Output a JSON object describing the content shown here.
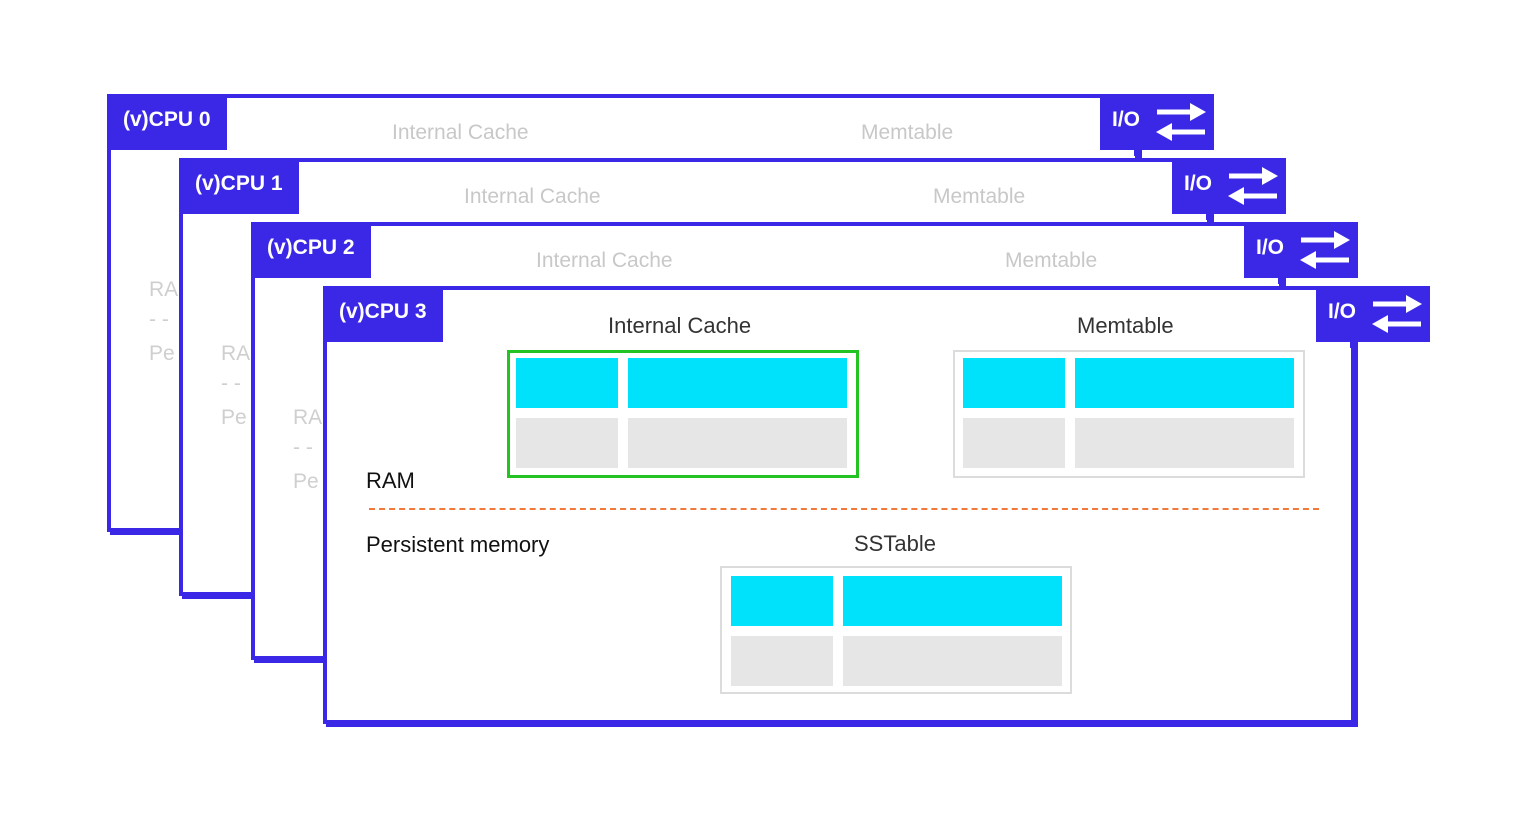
{
  "colors": {
    "accent": "#3a28e6",
    "cache_highlight": "#22c322",
    "header_cell": "#00e2fb",
    "body_cell": "#e6e6e6",
    "divider": "#f07a3a"
  },
  "io_icon": "swap-arrows-icon",
  "background_cpus": [
    {
      "label": "(v)CPU 0",
      "io_label": "I/O",
      "internal_cache": "Internal Cache",
      "memtable": "Memtable",
      "ram_partial": "RA",
      "dashes": "- -",
      "persistent_partial": "Pe"
    },
    {
      "label": "(v)CPU 1",
      "io_label": "I/O",
      "internal_cache": "Internal Cache",
      "memtable": "Memtable",
      "ram_partial": "RA",
      "dashes": "- -",
      "persistent_partial": "Pe"
    },
    {
      "label": "(v)CPU 2",
      "io_label": "I/O",
      "internal_cache": "Internal Cache",
      "memtable": "Memtable",
      "ram_partial": "RA",
      "dashes": "- -",
      "persistent_partial": "Pe"
    }
  ],
  "front_cpu": {
    "label": "(v)CPU 3",
    "io_label": "I/O",
    "internal_cache": "Internal Cache",
    "memtable": "Memtable",
    "ram_label": "RAM",
    "persistent_label": "Persistent memory",
    "sstable": "SSTable"
  }
}
